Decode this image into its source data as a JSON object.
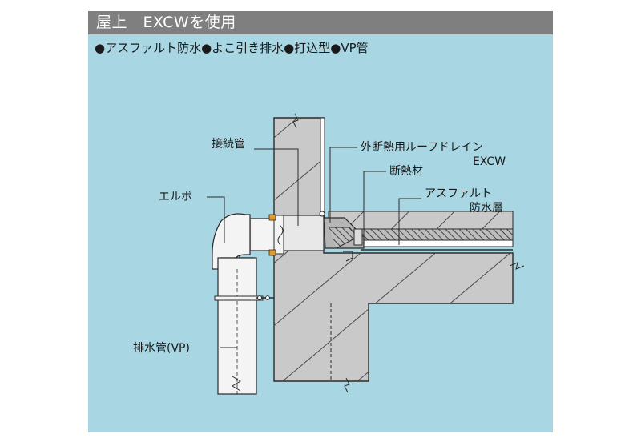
{
  "title": "屋上　EXCWを使用",
  "subtitle": "●アスファルト防水●よこ引き排水●打込型●VP管",
  "labels": {
    "connecting_pipe": "接続管",
    "elbow": "エルボ",
    "drain_pipe": "排水管(VP)",
    "roof_drain_line1": "外断熱用ルーフドレイン",
    "roof_drain_line2": "EXCW",
    "insulation": "断熱材",
    "waterproof_line1": "アスファルト",
    "waterproof_line2": "防水層"
  },
  "colors": {
    "panel_background": "#a9d6e3",
    "title_bar": "#7f7f7f",
    "concrete": "#c9c9c9",
    "pipe": "#f4f4f4",
    "gasket": "#e59a2a",
    "insulation": "#9a9a9a",
    "waterproof_layer": "#ffffff"
  }
}
